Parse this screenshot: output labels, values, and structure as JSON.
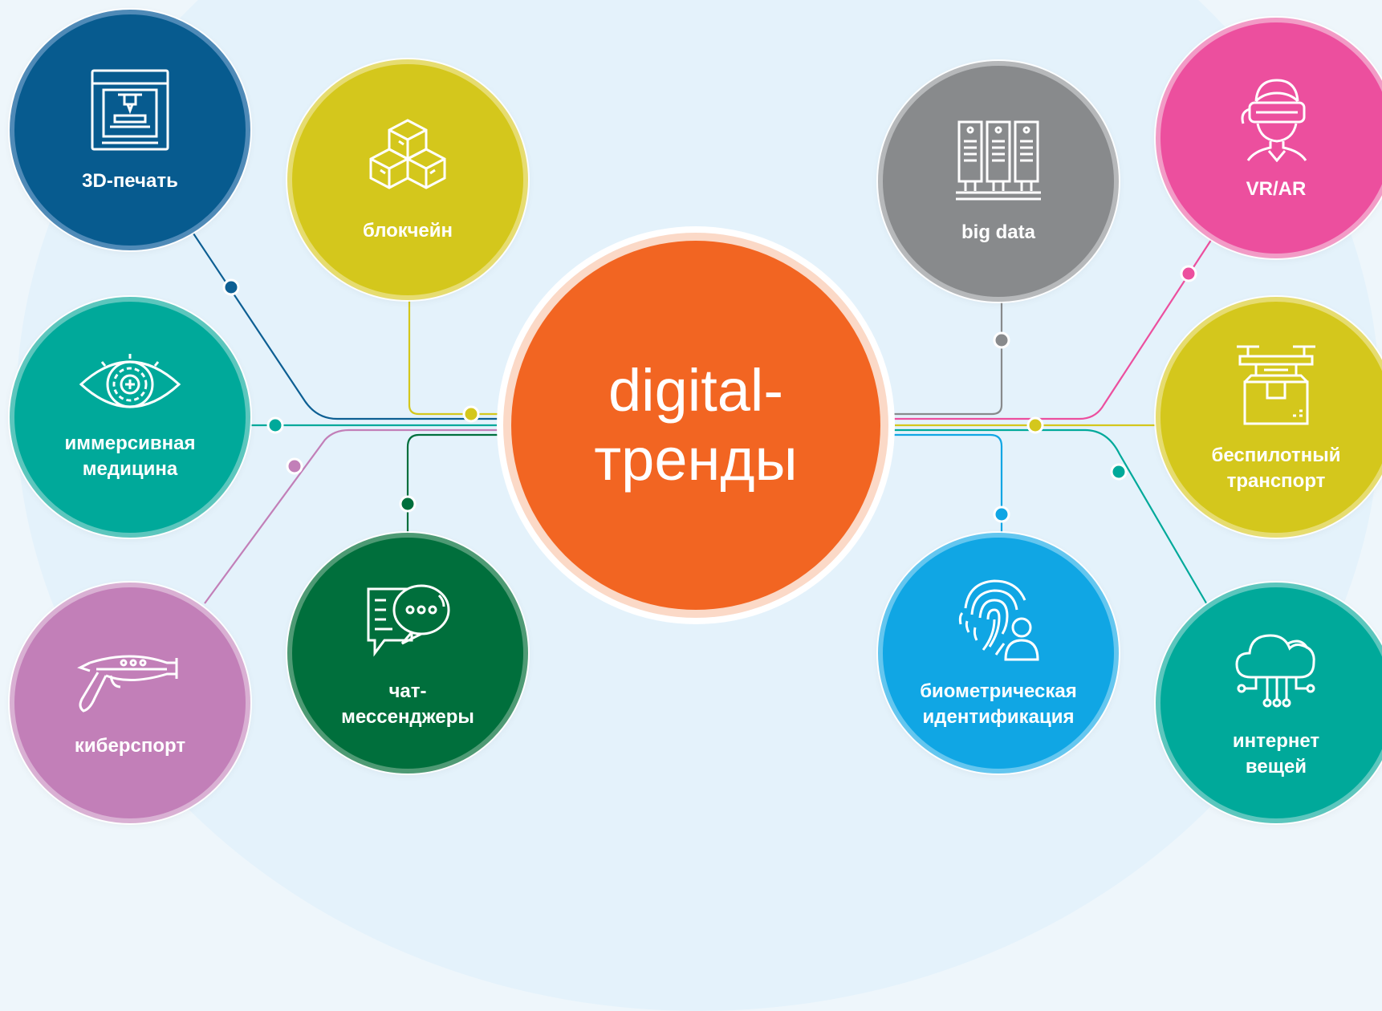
{
  "center": {
    "line1": "digital-",
    "line2": "тренды",
    "color": "#f26522"
  },
  "nodes": [
    {
      "id": "3d",
      "label": "3D-печать",
      "icon": "3d-printer-icon",
      "color": "#075b8f",
      "ring": "#4f8ab7"
    },
    {
      "id": "blockchain",
      "label": "блокчейн",
      "icon": "blocks-icon",
      "color": "#d4c71c",
      "ring": "#e6dc70"
    },
    {
      "id": "bigdata",
      "label": "big data",
      "icon": "server-racks-icon",
      "color": "#888a8c",
      "ring": "#b6b8ba"
    },
    {
      "id": "vrar",
      "label": "VR/AR",
      "icon": "vr-headset-icon",
      "color": "#ec4f9e",
      "ring": "#f29bc6"
    },
    {
      "id": "med",
      "label": "иммерсивная\nмедицина",
      "icon": "eye-icon",
      "color": "#00a99a",
      "ring": "#5cc6bd"
    },
    {
      "id": "drone",
      "label": "беспилотный\nтранспорт",
      "icon": "drone-icon",
      "color": "#d4c71c",
      "ring": "#e6dc70"
    },
    {
      "id": "chat",
      "label": "чат-\nмессенджеры",
      "icon": "chat-bubbles-icon",
      "color": "#006f3c",
      "ring": "#4e9a74"
    },
    {
      "id": "bio",
      "label": "биометрическая\nидентификация",
      "icon": "fingerprint-icon",
      "color": "#10a6e4",
      "ring": "#64c6ef"
    },
    {
      "id": "esport",
      "label": "киберспорт",
      "icon": "blaster-icon",
      "color": "#c27fb8",
      "ring": "#d9b0d3"
    },
    {
      "id": "iot",
      "label": "интернет\nвещей",
      "icon": "cloud-network-icon",
      "color": "#00a99a",
      "ring": "#5cc6bd"
    }
  ]
}
